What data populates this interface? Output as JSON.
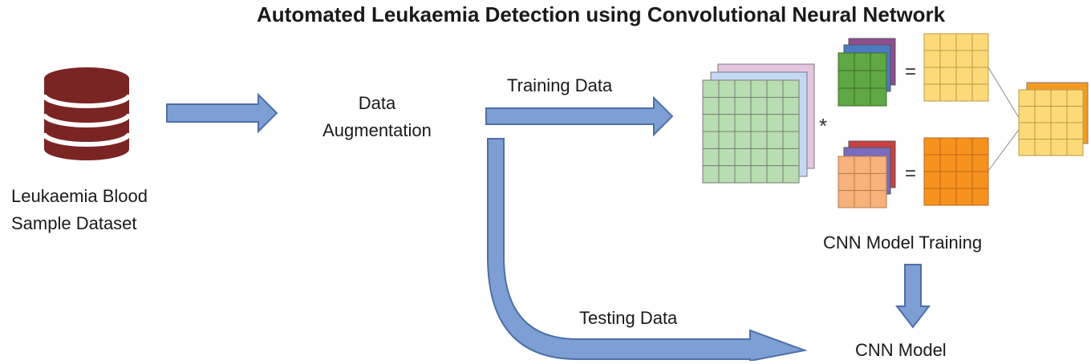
{
  "title": "Automated Leukaemia Detection using Convolutional Neural Network",
  "dataset": {
    "line1": "Leukaemia Blood",
    "line2": "Sample Dataset"
  },
  "augmentation": {
    "line1": "Data",
    "line2": "Augmentation"
  },
  "training_label": "Training Data",
  "testing_label": "Testing Data",
  "cnn_training_label": "CNN Model Training",
  "cnn_model_label": "CNN Model",
  "operators": {
    "convolve": "*",
    "equals": "="
  },
  "colors": {
    "database": "#7b2424",
    "arrow_fill": "#7d9fd4",
    "arrow_stroke": "#4f6fa8",
    "input_green": "#b8ddb0",
    "input_blue": "#c4d8f3",
    "input_pink": "#e5c6df",
    "kernel_green": "#5fa843",
    "kernel_blue": "#4a7cc4",
    "kernel_purple": "#8d4d8f",
    "kernel_orange": "#f6b27a",
    "kernel_indigo": "#7a6bbd",
    "kernel_red": "#c94040",
    "featuremap_yellow": "#fdd978",
    "featuremap_orange": "#f7921e",
    "output_orange": "#f59b22",
    "grid_line": "#7a7a7a"
  }
}
